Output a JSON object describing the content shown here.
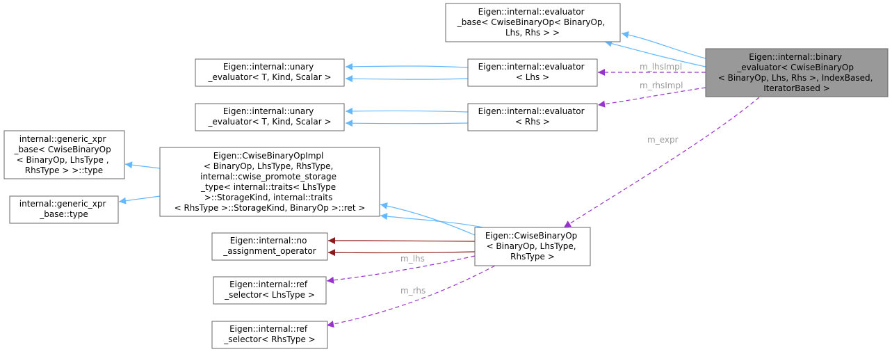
{
  "nodes": {
    "binary_evaluator": [
      "Eigen::internal::binary",
      "_evaluator< CwiseBinaryOp",
      "< BinaryOp, Lhs, Rhs >, IndexBased,",
      "IteratorBased >"
    ],
    "evaluator_base": [
      "Eigen::internal::evaluator",
      "_base< CwiseBinaryOp< BinaryOp,",
      "Lhs, Rhs > >"
    ],
    "evaluator_lhs": [
      "Eigen::internal::evaluator",
      "< Lhs >"
    ],
    "evaluator_rhs": [
      "Eigen::internal::evaluator",
      "< Rhs >"
    ],
    "unary_evaluator_1": [
      "Eigen::internal::unary",
      "_evaluator< T, Kind, Scalar >"
    ],
    "unary_evaluator_2": [
      "Eigen::internal::unary",
      "_evaluator< T, Kind, Scalar >"
    ],
    "generic_xpr_base_cwise": [
      "internal::generic_xpr",
      "_base< CwiseBinaryOp",
      "< BinaryOp, LhsType ,",
      "RhsType > >::type"
    ],
    "generic_xpr_base_type": [
      "internal::generic_xpr",
      "_base::type"
    ],
    "cwise_binary_op_impl": [
      "Eigen::CwiseBinaryOpImpl",
      "< BinaryOp, LhsType, RhsType,",
      "internal::cwise_promote_storage",
      "_type< internal::traits< LhsType",
      ">::StorageKind, internal::traits",
      "< RhsType >::StorageKind, BinaryOp >::ret >"
    ],
    "no_assignment_operator": [
      "Eigen::internal::no",
      "_assignment_operator"
    ],
    "cwise_binary_op": [
      "Eigen::CwiseBinaryOp",
      "< BinaryOp, LhsType,",
      "RhsType >"
    ],
    "ref_selector_lhs": [
      "Eigen::internal::ref",
      "_selector< LhsType >"
    ],
    "ref_selector_rhs": [
      "Eigen::internal::ref",
      "_selector< RhsType >"
    ]
  },
  "edge_labels": {
    "m_lhsImpl": "m_lhsImpl",
    "m_rhsImpl": "m_rhsImpl",
    "m_expr": "m_expr",
    "m_lhs": "m_lhs",
    "m_rhs": "m_rhs"
  },
  "colors": {
    "inheritance": "#63b8ff",
    "private_inheritance": "#8b1a1a",
    "usage": "#9a32cd",
    "focus_node_fill": "#999999"
  }
}
